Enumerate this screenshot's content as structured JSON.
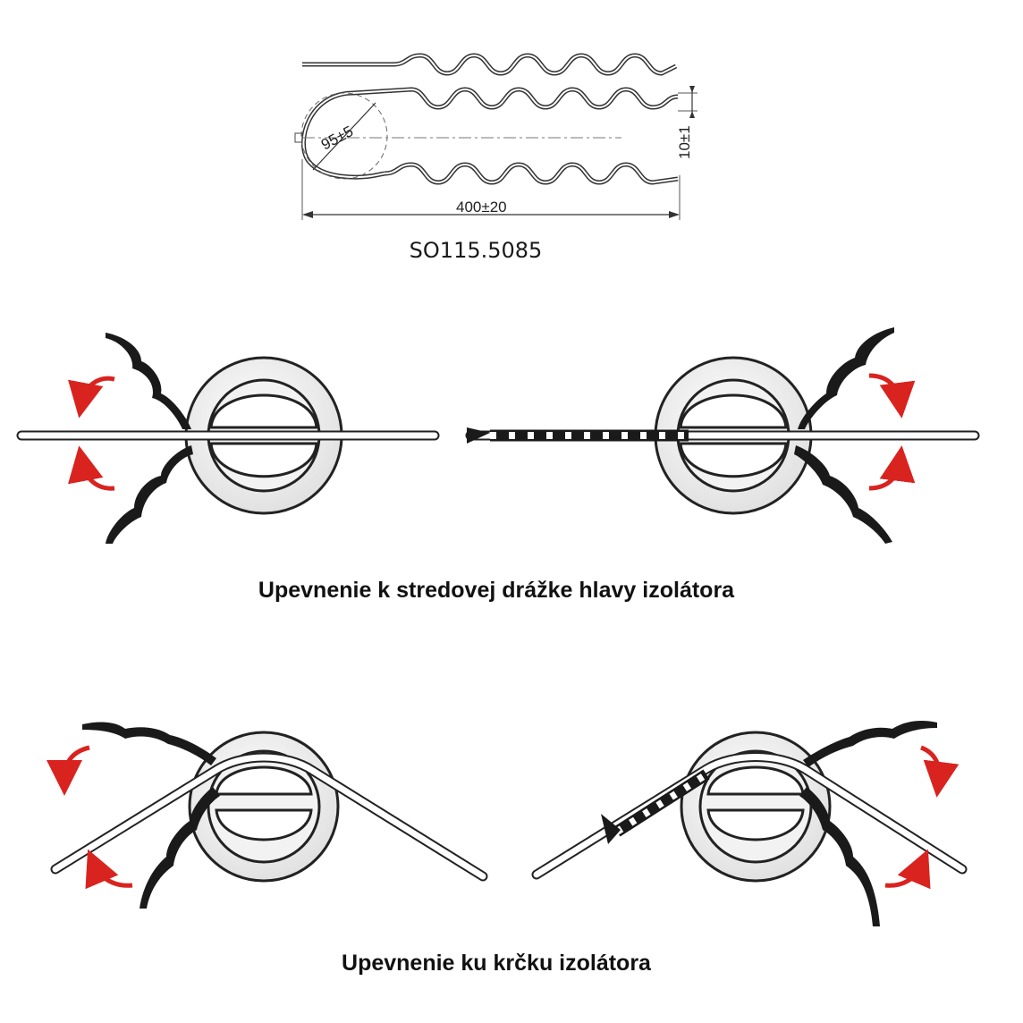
{
  "drawing": {
    "dimensions": {
      "loop_diameter": "95±5",
      "length": "400±20",
      "thickness": "10±1"
    },
    "product_code": "SO115.5085"
  },
  "captions": {
    "head_groove": "Upevnenie k stredovej drážke hlavy izolátora",
    "neck": "Upevnenie ku krčku izolátora"
  },
  "colors": {
    "arrow": "#d9231f",
    "wire": "#1a1a1a",
    "insulator_fill": "#e9e9e9"
  }
}
